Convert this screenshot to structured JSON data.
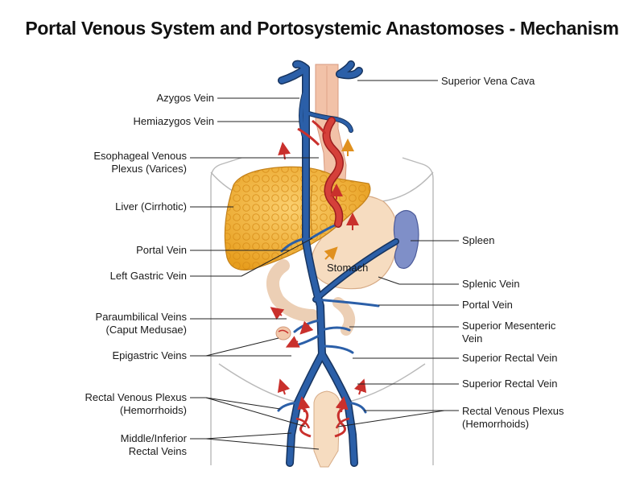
{
  "title": "Portal Venous System and Portosystemic Anastomoses - Mechanism",
  "labels": {
    "azygos": "Azygos Vein",
    "hemiazygos": "Hemiazygos Vein",
    "esophageal_1": "Esophageal Venous",
    "esophageal_2": "Plexus (Varices)",
    "liver": "Liver (Cirrhotic)",
    "portal_left": "Portal Vein",
    "left_gastric": "Left Gastric Vein",
    "paraumbilical_1": "Paraumbilical Veins",
    "paraumbilical_2": "(Caput Medusae)",
    "epigastric": "Epigastric Veins",
    "rectal_plexus_left_1": "Rectal Venous Plexus",
    "rectal_plexus_left_2": "(Hemorrhoids)",
    "mid_inf_rectal_1": "Middle/Inferior",
    "mid_inf_rectal_2": "Rectal Veins",
    "svc": "Superior Vena Cava",
    "spleen": "Spleen",
    "splenic_vein": "Splenic Vein",
    "portal_right": "Portal Vein",
    "sup_mesenteric_1": "Superior Mesenteric",
    "sup_mesenteric_2": "Vein",
    "sup_rectal_1": "Superior Rectal Vein",
    "sup_rectal_2": "Superior Rectal Vein",
    "rectal_plexus_right_1": "Rectal Venous Plexus",
    "rectal_plexus_right_2": "(Hemorrhoids)",
    "stomach": "Stomach"
  },
  "colors": {
    "vein": "#2b5fa8",
    "vein_outline": "#17345f",
    "liver": "#f4b43c",
    "stomach": "#f6dcc0",
    "spleen": "#7f8fc8",
    "varices": "#c9302c",
    "esophagus": "#f2c2a8",
    "arrow_red": "#c9302c",
    "arrow_orange": "#e0901e"
  }
}
